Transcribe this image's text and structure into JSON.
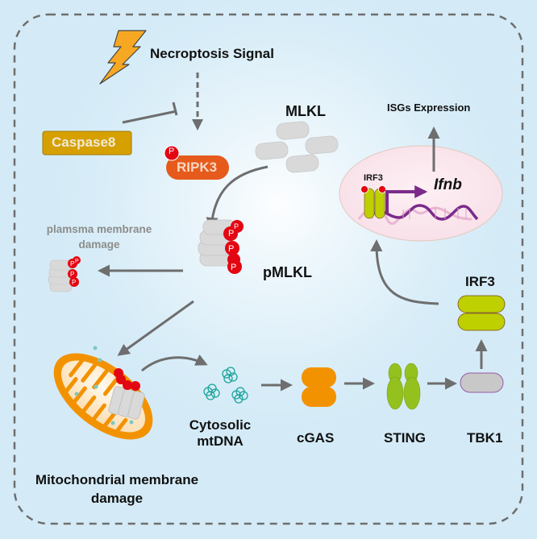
{
  "title": "Necroptosis-induced MLKL activation triggers mtDNA release and cGAS-STING-IRF3 signaling",
  "colors": {
    "background": "#d4ebf7",
    "border": "#6e6e6e",
    "arrow": "#6e6e6e",
    "caspase8": "#d6a000",
    "ripk3": "#e65a1c",
    "phospho": "#e30613",
    "mlkl": "#d9d9d9",
    "cgas": "#f39200",
    "sting": "#95c11f",
    "tbk1": "#c8c8c8",
    "irf3": "#bed000",
    "nucleus": "#fbe6ee",
    "dna": "#7b2a8a",
    "mito": "#f39200",
    "mtdna": "#1aa39a"
  },
  "labels": {
    "signal": "Necroptosis Signal",
    "caspase8": "Caspase8",
    "ripk3": "RIPK3",
    "phospho": "P",
    "mlkl": "MLKL",
    "pmlkl": "pMLKL",
    "plasma_damage_line1": "plamsma membrane",
    "plasma_damage_line2": "damage",
    "mito_damage_line1": "Mitochondrial membrane",
    "mito_damage_line2": "damage",
    "mtdna_line1": "Cytosolic",
    "mtdna_line2": "mtDNA",
    "cgas": "cGAS",
    "sting": "STING",
    "tbk1": "TBK1",
    "irf3": "IRF3",
    "irf3_nuclear": "IRF3",
    "ifnb": "Ifnb",
    "isgs": "ISGs Expression"
  },
  "edges": [
    {
      "from": "Necroptosis Signal",
      "to": "RIPK3",
      "type": "dashed-activation"
    },
    {
      "from": "Caspase8",
      "to": "RIPK3",
      "type": "inhibition"
    },
    {
      "from": "MLKL",
      "to": "pMLKL",
      "type": "activation"
    },
    {
      "from": "pMLKL",
      "to": "plasma membrane damage",
      "type": "activation"
    },
    {
      "from": "pMLKL",
      "to": "Mitochondria",
      "type": "activation"
    },
    {
      "from": "Mitochondria",
      "to": "Cytosolic mtDNA",
      "type": "activation"
    },
    {
      "from": "Cytosolic mtDNA",
      "to": "cGAS",
      "type": "activation"
    },
    {
      "from": "cGAS",
      "to": "STING",
      "type": "activation"
    },
    {
      "from": "STING",
      "to": "TBK1",
      "type": "activation"
    },
    {
      "from": "TBK1",
      "to": "IRF3",
      "type": "activation"
    },
    {
      "from": "IRF3",
      "to": "Nucleus",
      "type": "activation"
    },
    {
      "from": "Ifnb",
      "to": "ISGs Expression",
      "type": "activation"
    }
  ]
}
